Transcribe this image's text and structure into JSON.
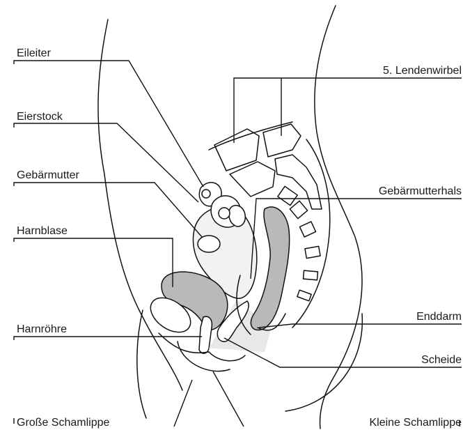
{
  "labels": {
    "eileiter": "Eileiter",
    "eierstock": "Eierstock",
    "gebaermutter": "Gebärmutter",
    "harnblase": "Harnblase",
    "harnroehre": "Harnröhre",
    "grosse_schamlippe": "Große Schamlippe",
    "lendenwirbel": "5. Lendenwirbel",
    "gebaermutterhals": "Gebärmutterhals",
    "enddarm": "Enddarm",
    "scheide": "Scheide",
    "kleine_schamlippe": "Kleine Schamlippe"
  },
  "colors": {
    "organ_fill": "#b9b9b9",
    "uterus_fill": "#f2f2f2",
    "line": "#111111"
  }
}
